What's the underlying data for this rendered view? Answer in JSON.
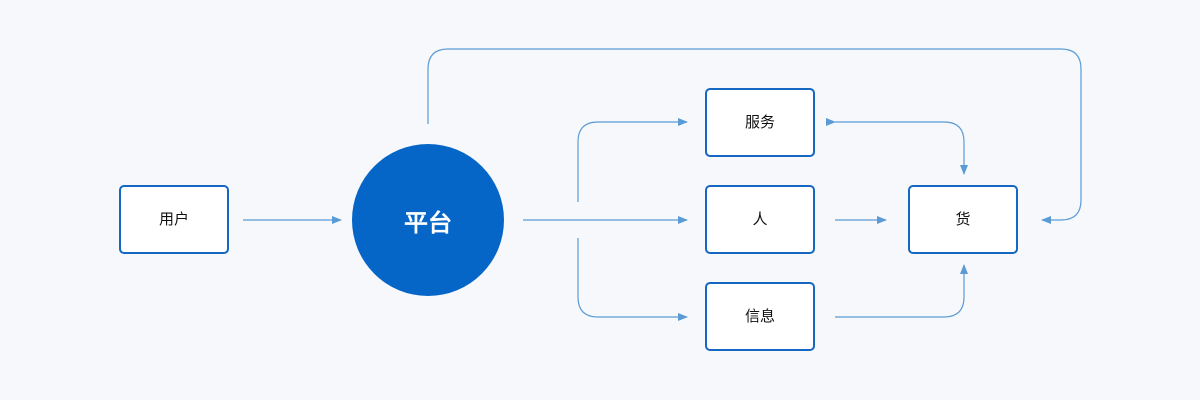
{
  "diagram": {
    "nodes": {
      "user": "用户",
      "platform": "平台",
      "service": "服务",
      "people": "人",
      "info": "信息",
      "goods": "货"
    },
    "colors": {
      "background": "#f6f8fb",
      "platform_fill": "#0666c8",
      "node_border": "#1567c2",
      "connector": "#5b9bd5"
    },
    "edges": [
      {
        "from": "user",
        "to": "platform"
      },
      {
        "from": "platform",
        "to": "service"
      },
      {
        "from": "platform",
        "to": "people"
      },
      {
        "from": "platform",
        "to": "info"
      },
      {
        "from": "platform",
        "to": "goods"
      },
      {
        "from": "people",
        "to": "goods"
      },
      {
        "from": "info",
        "to": "goods"
      },
      {
        "from": "service",
        "to": "goods",
        "bidirectional": true
      }
    ]
  }
}
